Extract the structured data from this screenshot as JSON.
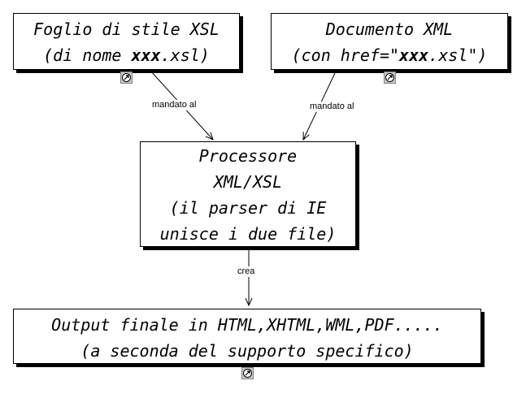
{
  "nodes": {
    "xsl_stylesheet": {
      "line1": "Foglio di stile XSL",
      "line2_prefix": "(di nome ",
      "line2_bold": "xxx",
      "line2_suffix": ".xsl)"
    },
    "xml_document": {
      "line1": "Documento XML",
      "line2_prefix": "(con href=\"",
      "line2_bold": "xxx",
      "line2_suffix": ".xsl\")"
    },
    "processor": {
      "lines": [
        "Processore",
        "XML/XSL",
        "(il parser di IE",
        "unisce i due file)"
      ]
    },
    "output": {
      "line1": "Output finale in HTML,XHTML,WML,PDF.....",
      "line2": "(a seconda del supporto specifico)"
    }
  },
  "edges": {
    "xsl_to_processor": "mandato al",
    "xml_to_processor": "mandato al",
    "processor_to_output": "crea"
  },
  "icons": {
    "link": "hyperlink-icon"
  },
  "colors": {
    "stroke": "#000000",
    "background": "#ffffff"
  }
}
